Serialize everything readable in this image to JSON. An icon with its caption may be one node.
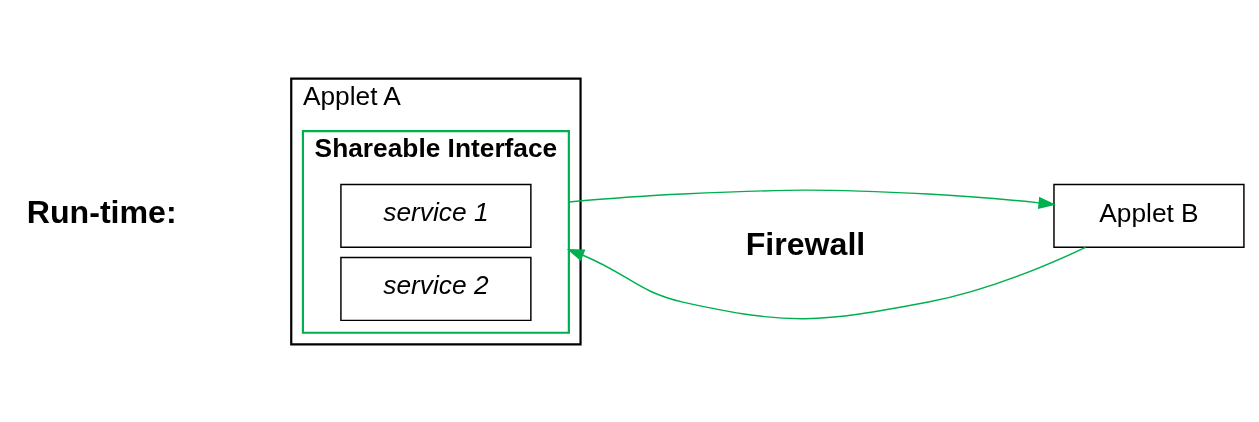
{
  "diagram": {
    "nodes": [
      {
        "text": [
          "Applet A"
        ]
      },
      {
        "text": [
          "Shareable Interface"
        ],
        "in": 0
      },
      {
        "text": [
          "service 1"
        ],
        "in": 1
      },
      {
        "text": [
          "service 2"
        ],
        "in": 1
      },
      {
        "text": [
          "Applet B"
        ]
      }
    ],
    "edges": [
      {
        "from": 1,
        "to": 4,
        "arrow": "to",
        "color": "#00b050"
      },
      {
        "from": 4,
        "to": 1,
        "arrow": "to",
        "color": "#00b050"
      }
    ],
    "labels": [
      "Run-time:",
      "Firewall"
    ]
  }
}
